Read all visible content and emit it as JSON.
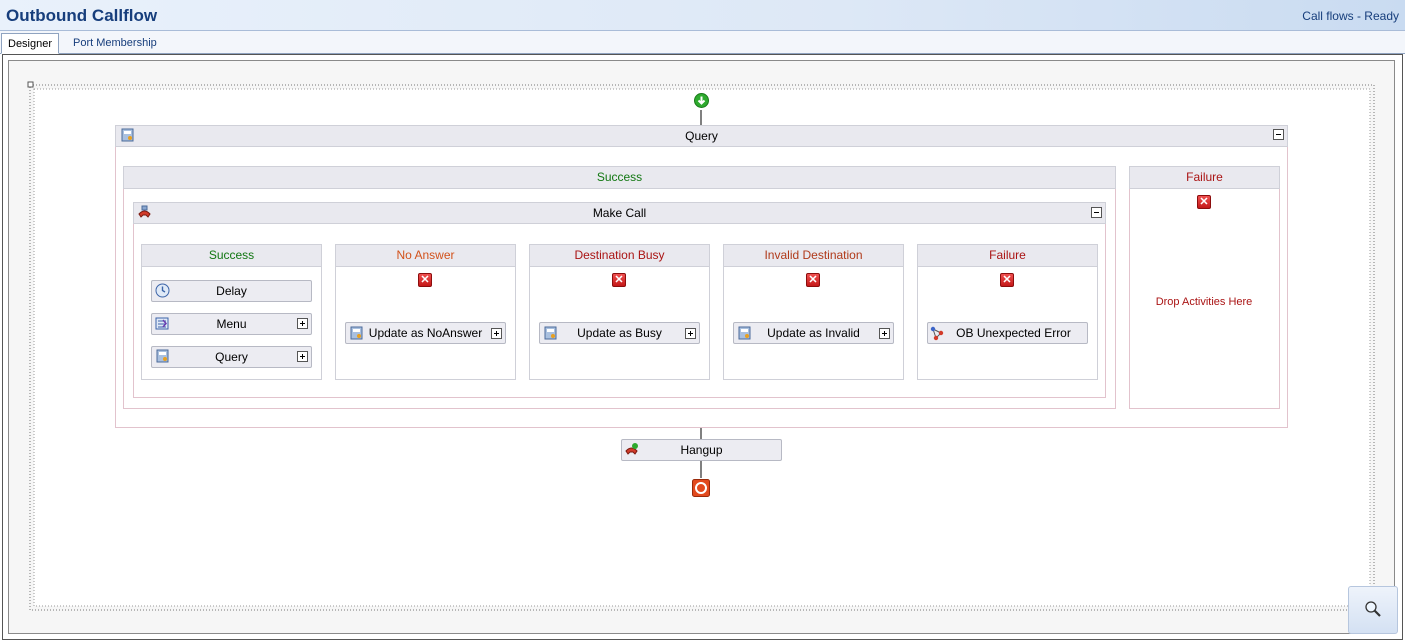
{
  "app": {
    "title": "Outbound Callflow",
    "status": "Call flows - Ready"
  },
  "tabs": [
    {
      "label": "Designer"
    },
    {
      "label": "Port Membership"
    }
  ],
  "flow": {
    "query": {
      "label": "Query"
    },
    "query_success": {
      "label": "Success"
    },
    "query_failure": {
      "label": "Failure",
      "drop_text": "Drop Activities Here"
    },
    "make_call": {
      "label": "Make Call"
    },
    "branches": [
      {
        "label": "Success",
        "activities": [
          "Delay",
          "Menu",
          "Query"
        ]
      },
      {
        "label": "No Answer",
        "activity": "Update as NoAnswer"
      },
      {
        "label": "Destination Busy",
        "activity": "Update as Busy"
      },
      {
        "label": "Invalid Destination",
        "activity": "Update as Invalid"
      },
      {
        "label": "Failure",
        "activity": "OB Unexpected Error"
      }
    ],
    "hangup": {
      "label": "Hangup"
    }
  },
  "colors": {
    "success": "#117711",
    "failure": "#aa1414",
    "no_answer": "#d2521b",
    "title": "#173e7c"
  },
  "icons": [
    "start-icon",
    "query-icon",
    "make-call-icon",
    "delay-icon",
    "menu-icon",
    "error-icon",
    "ob-error-icon",
    "hangup-icon",
    "end-icon",
    "zoom-icon"
  ]
}
